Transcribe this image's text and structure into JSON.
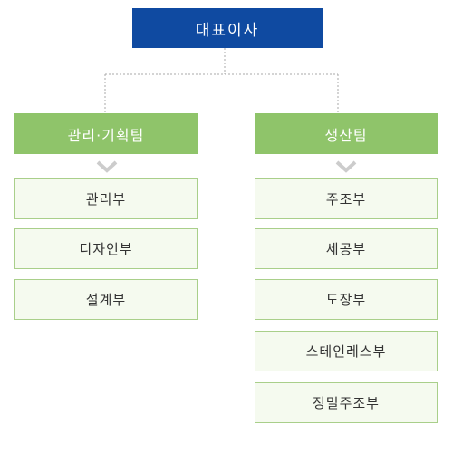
{
  "ceo": {
    "label": "대표이사"
  },
  "teams": [
    {
      "label": "관리·기획팀",
      "departments": [
        "관리부",
        "디자인부",
        "설계부"
      ]
    },
    {
      "label": "생산팀",
      "departments": [
        "주조부",
        "세공부",
        "도장부",
        "스테인레스부",
        "정밀주조부"
      ]
    }
  ],
  "colors": {
    "ceo_bg": "#0f4aa1",
    "team_bg": "#8fc46a",
    "dept_bg": "#f5faef",
    "dept_border": "#a9cf8a",
    "connector": "#aaaaaa",
    "chevron": "#cccccc"
  }
}
